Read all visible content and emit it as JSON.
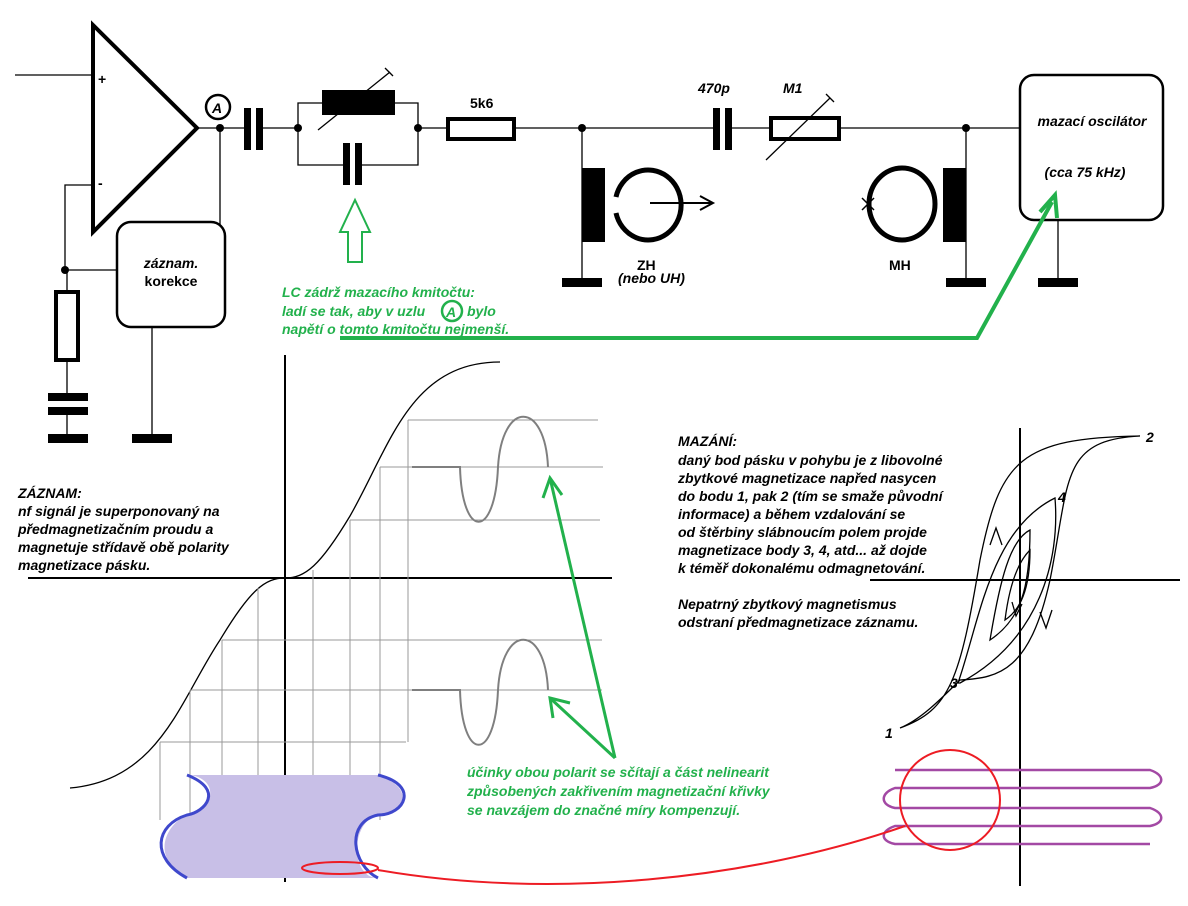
{
  "circuit": {
    "opamp_plus": "+",
    "opamp_minus": "-",
    "node_a": "A",
    "correction_line1": "záznam.",
    "correction_line2": "korekce",
    "resistor_5k6": "5k6",
    "cap_470p": "470p",
    "resistor_m1": "M1",
    "oscillator_line1": "mazací oscilátor",
    "oscillator_line2": "(cca 75 kHz)",
    "record_head": "ZH",
    "record_head_alt": "(nebo UH)",
    "erase_head": "MH"
  },
  "lc_note": {
    "line1": "LC zádrž mazacího kmitočtu:",
    "line2a": "ladí se tak, aby v uzlu",
    "node": "A",
    "line2b": "bylo",
    "line3": "napětí o tomto kmitočtu nejmenší."
  },
  "recording": {
    "title": "ZÁZNAM:",
    "lines": [
      "nf signál je superponovaný na",
      "předmagnetizačním proudu a",
      "magnetuje střídavě obě polarity",
      "magnetizace pásku."
    ]
  },
  "erasing": {
    "title": "MAZÁNÍ:",
    "lines": [
      "daný bod pásku v pohybu je z libovolné",
      "zbytkové magnetizace napřed nasycen",
      "do bodu 1, pak 2 (tím se smaže původní",
      "informace) a během vzdalování se",
      "od štěrbiny slábnoucím polem projde",
      "magnetizace body 3, 4, atd... až dojde",
      "k téměř dokonalému odmagnetování."
    ],
    "note": [
      "Nepatrný zbytkový magnetismus",
      "odstraní předmagnetizace záznamu."
    ],
    "points": [
      "1",
      "2",
      "3",
      "4"
    ]
  },
  "compensation_note": [
    "účinky obou polarit se sčítají a část nelinearit",
    "způsobených zakřivením magnetizační křivky",
    "se navzájem do značné míry kompenzují."
  ],
  "colors": {
    "green": "#22b14c",
    "red": "#ed1c24",
    "purple": "#a349a4",
    "fill": "#c8bfe7",
    "blue": "#3f48cc"
  }
}
